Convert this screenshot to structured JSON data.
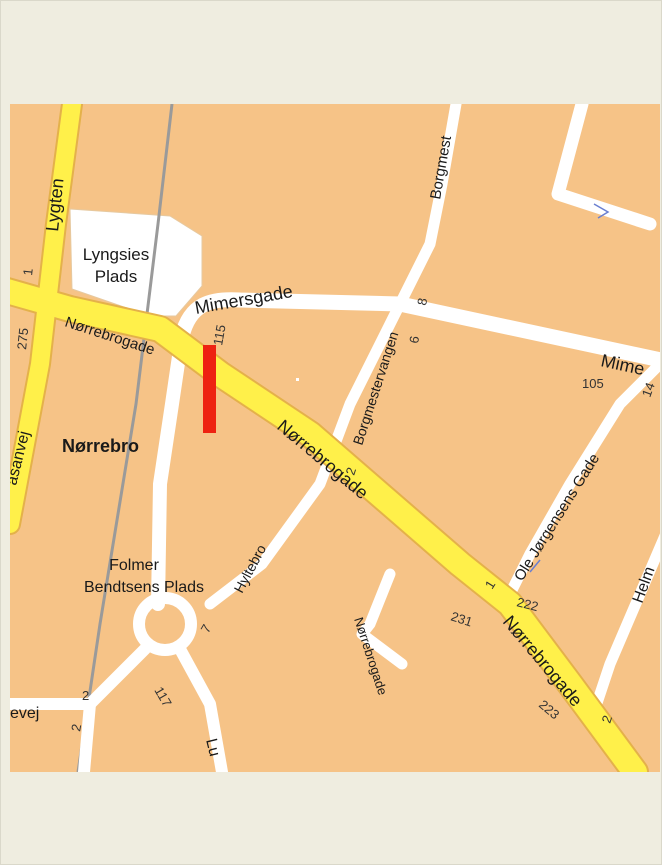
{
  "map": {
    "colors": {
      "background_page": "#efede0",
      "land": "#f6c387",
      "plaza": "#ffffff",
      "minor_road": "#ffffff",
      "major_road": "#fff04a",
      "major_road_edge": "#e4b14a",
      "railway": "#9a9a9a",
      "marker": "#ee2211"
    },
    "places": {
      "lyngsies_plads_1": "Lyngsies",
      "lyngsies_plads_2": "Plads",
      "norrebro": "Nørrebro",
      "folmer_1": "Folmer",
      "folmer_2": "Bendtsens Plads"
    },
    "streets": {
      "lygten": "Lygten",
      "mimersgade": "Mimersgade",
      "mimersgade_east": "Mime",
      "norrebrogade_west": "Nørrebrogade",
      "norrebrogade_mid": "Nørrebrogade",
      "norrebrogade_east": "Nørrebrogade",
      "borgmestervangen": "Borgmestervangen",
      "borgmest_top": "Borgmest",
      "ole_jorgensens_gade": "Ole Jørgensens Gade",
      "hyltebro": "Hyltebro",
      "norrebrogade_side": "Nørrebrogade",
      "frederikssundsvej_fragment": "asanvej",
      "west_fragment": "evej",
      "helm_fragment": "Helm",
      "lu_fragment": "Lu"
    },
    "house_numbers": {
      "n1_lygten": "1",
      "n275": "275",
      "n115": "115",
      "n8": "8",
      "n6": "6",
      "n105": "105",
      "n14": "14",
      "n2_borg": "2",
      "n7": "7",
      "n1_ole": "1",
      "n222": "222",
      "n231": "231",
      "n223": "223",
      "n2_helm": "2",
      "n2_west": "2",
      "n2_west_b": "2",
      "n117": "117"
    },
    "marker": {
      "type": "red-bar"
    }
  }
}
